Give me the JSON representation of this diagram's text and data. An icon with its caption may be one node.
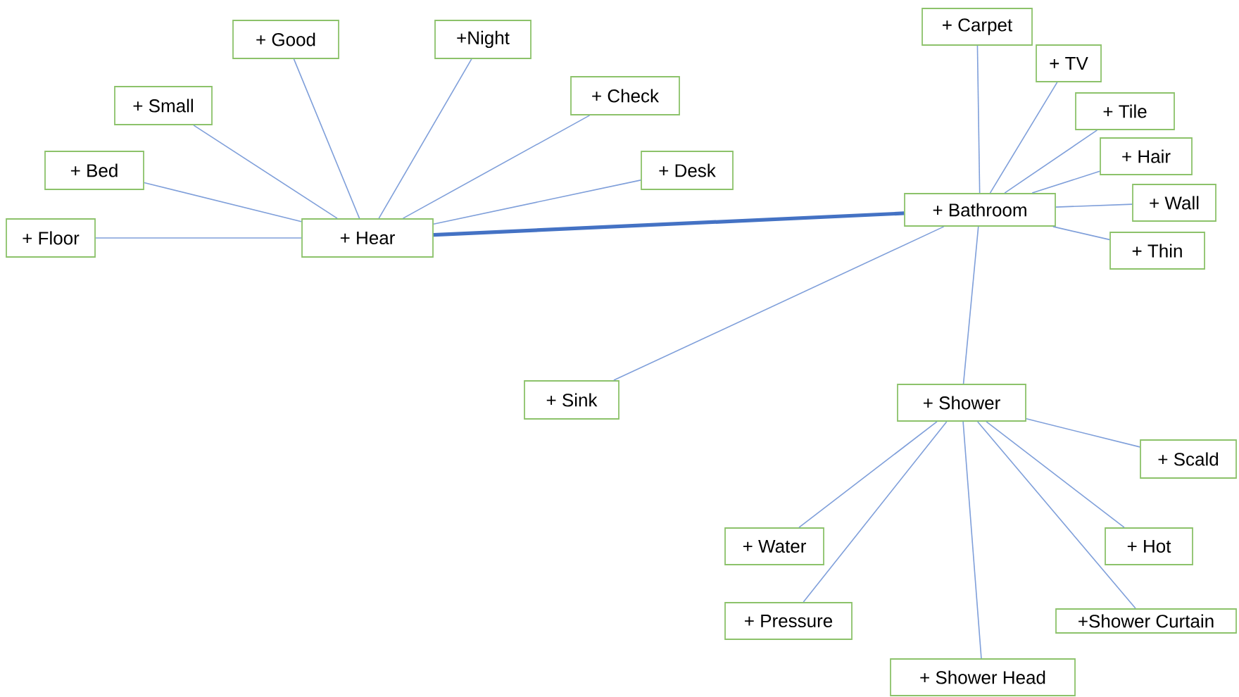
{
  "diagram": {
    "nodes": [
      {
        "text": [
          "+ Hear"
        ]
      },
      {
        "text": [
          "+ Floor"
        ]
      },
      {
        "text": [
          "+ Bed"
        ]
      },
      {
        "text": [
          "+ Small"
        ]
      },
      {
        "text": [
          "+ Good"
        ]
      },
      {
        "text": [
          "+Night"
        ]
      },
      {
        "text": [
          "+ Check"
        ]
      },
      {
        "text": [
          "+ Desk"
        ]
      },
      {
        "text": [
          "+ Bathroom"
        ]
      },
      {
        "text": [
          "+ Carpet"
        ]
      },
      {
        "text": [
          "+ TV"
        ]
      },
      {
        "text": [
          "+ Tile"
        ]
      },
      {
        "text": [
          "+ Hair"
        ]
      },
      {
        "text": [
          "+ Wall"
        ]
      },
      {
        "text": [
          "+ Thin"
        ]
      },
      {
        "text": [
          "+ Sink"
        ]
      },
      {
        "text": [
          "+ Shower"
        ]
      },
      {
        "text": [
          "+ Scald"
        ]
      },
      {
        "text": [
          "+ Water"
        ]
      },
      {
        "text": [
          "+ Hot"
        ]
      },
      {
        "text": [
          "+ Pressure"
        ]
      },
      {
        "text": [
          "+Shower Curtain"
        ]
      },
      {
        "text": [
          "+ Shower Head"
        ]
      }
    ],
    "edges": [
      {
        "from": 0,
        "to": 1,
        "arrow": "none"
      },
      {
        "from": 0,
        "to": 2,
        "arrow": "none"
      },
      {
        "from": 0,
        "to": 3,
        "arrow": "none"
      },
      {
        "from": 0,
        "to": 4,
        "arrow": "none"
      },
      {
        "from": 0,
        "to": 5,
        "arrow": "none"
      },
      {
        "from": 0,
        "to": 6,
        "arrow": "none"
      },
      {
        "from": 0,
        "to": 7,
        "arrow": "none"
      },
      {
        "from": 0,
        "to": 8,
        "arrow": "none",
        "style": "thick"
      },
      {
        "from": 8,
        "to": 9,
        "arrow": "none"
      },
      {
        "from": 8,
        "to": 10,
        "arrow": "none"
      },
      {
        "from": 8,
        "to": 11,
        "arrow": "none"
      },
      {
        "from": 8,
        "to": 12,
        "arrow": "none"
      },
      {
        "from": 8,
        "to": 13,
        "arrow": "none"
      },
      {
        "from": 8,
        "to": 14,
        "arrow": "none"
      },
      {
        "from": 8,
        "to": 15,
        "arrow": "none"
      },
      {
        "from": 8,
        "to": 16,
        "arrow": "none"
      },
      {
        "from": 16,
        "to": 17,
        "arrow": "none"
      },
      {
        "from": 16,
        "to": 18,
        "arrow": "none"
      },
      {
        "from": 16,
        "to": 19,
        "arrow": "none"
      },
      {
        "from": 16,
        "to": 20,
        "arrow": "none"
      },
      {
        "from": 16,
        "to": 21,
        "arrow": "none"
      },
      {
        "from": 16,
        "to": 22,
        "arrow": "none"
      }
    ]
  }
}
